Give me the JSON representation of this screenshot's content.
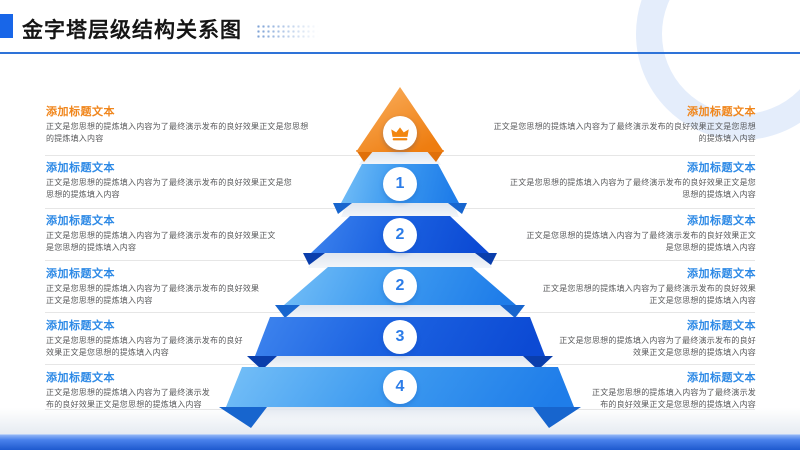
{
  "header": {
    "title": "金字塔层级结构关系图"
  },
  "pyramid": {
    "top_icon": "crown",
    "levels": [
      {
        "number": "1"
      },
      {
        "number": "2"
      },
      {
        "number": "2"
      },
      {
        "number": "3"
      },
      {
        "number": "4"
      }
    ]
  },
  "blocks": {
    "left": [
      {
        "title": "添加标题文本",
        "body": "正文是您思想的提炼填入内容为了最终演示发布的良好效果正文是您思想的提炼填入内容"
      },
      {
        "title": "添加标题文本",
        "body": "正文是您思想的提炼填入内容为了最终演示发布的良好效果正文是您思想的提炼填入内容"
      },
      {
        "title": "添加标题文本",
        "body": "正文是您思想的提炼填入内容为了最终演示发布的良好效果正文是您思想的提炼填入内容"
      },
      {
        "title": "添加标题文本",
        "body": "正文是您思想的提炼填入内容为了最终演示发布的良好效果正文是您思想的提炼填入内容"
      },
      {
        "title": "添加标题文本",
        "body": "正文是您思想的提炼填入内容为了最终演示发布的良好效果正文是您思想的提炼填入内容"
      },
      {
        "title": "添加标题文本",
        "body": "正文是您思想的提炼填入内容为了最终演示发布的良好效果正文是您思想的提炼填入内容"
      }
    ],
    "right": [
      {
        "title": "添加标题文本",
        "body": "正文是您思想的提炼填入内容为了最终演示发布的良好效果正文是您思想的提炼填入内容"
      },
      {
        "title": "添加标题文本",
        "body": "正文是您思想的提炼填入内容为了最终演示发布的良好效果正文是您思想的提炼填入内容"
      },
      {
        "title": "添加标题文本",
        "body": "正文是您思想的提炼填入内容为了最终演示发布的良好效果正文是您思想的提炼填入内容"
      },
      {
        "title": "添加标题文本",
        "body": "正文是您思想的提炼填入内容为了最终演示发布的良好效果正文是您思想的提炼填入内容"
      },
      {
        "title": "添加标题文本",
        "body": "正文是您思想的提炼填入内容为了最终演示发布的良好效果正文是您思想的提炼填入内容"
      },
      {
        "title": "添加标题文本",
        "body": "正文是您思想的提炼填入内容为了最终演示发布的良好效果正文是您思想的提炼填入内容"
      }
    ]
  },
  "colors": {
    "accent_orange": "#F0861C",
    "accent_blue": "#2E8AE6",
    "band_light": "#3D9AF0",
    "band_dark": "#1D64E2",
    "header_bar_blue": "#1866E8",
    "footer_blue": "#1E59CE"
  }
}
